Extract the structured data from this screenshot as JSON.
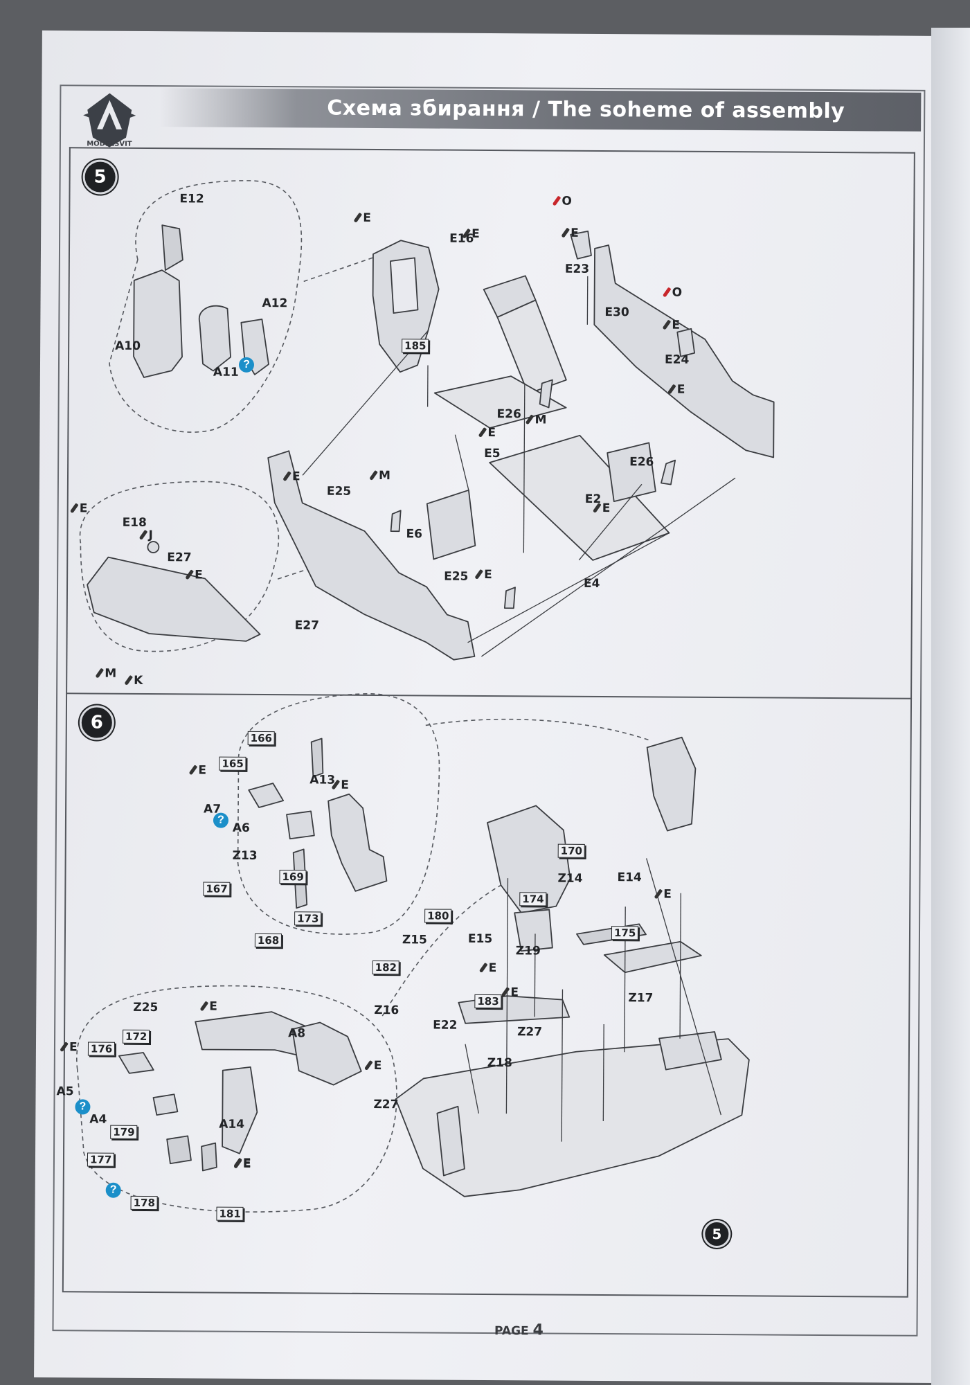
{
  "header": {
    "title": "Схема збирання / The soheme of assembly",
    "logo_text": "MODELSVIT"
  },
  "step5": {
    "number": "5",
    "parts": {
      "e12": "E12",
      "a12": "A12",
      "a10": "A10",
      "a11": "A11",
      "e16": "E16",
      "e23": "E23",
      "e30": "E30",
      "e24": "E24",
      "e26a": "E26",
      "e26b": "E26",
      "e5": "E5",
      "e2": "E2",
      "e4": "E4",
      "e6": "E6",
      "e25a": "E25",
      "e25b": "E25",
      "e27a": "E27",
      "e27b": "E27",
      "e18": "E18"
    },
    "pe_parts": {
      "p185": "185"
    },
    "paints": {
      "e1": "E",
      "e2": "E",
      "e3": "E",
      "e4": "E",
      "e5": "E",
      "e6": "E",
      "e7": "E",
      "e8": "E",
      "e9": "E",
      "e10": "E",
      "e11": "E",
      "o1": "O",
      "o2": "O",
      "m1": "M",
      "m2": "M",
      "m3": "M",
      "j": "J",
      "k": "K"
    }
  },
  "step6": {
    "number": "6",
    "parts": {
      "a13": "A13",
      "a7": "A7",
      "a6": "A6",
      "z13": "Z13",
      "z25": "Z25",
      "a8": "A8",
      "a5": "A5",
      "a4": "A4",
      "a14": "A14",
      "z14": "Z14",
      "e14": "E14",
      "z15": "Z15",
      "e15": "E15",
      "z19": "Z19",
      "z16": "Z16",
      "e22": "E22",
      "z27a": "Z27",
      "z27b": "Z27",
      "z18": "Z18",
      "z17": "Z17"
    },
    "pe_parts": {
      "p166": "166",
      "p165": "165",
      "p167": "167",
      "p169": "169",
      "p173": "173",
      "p168": "168",
      "p172": "172",
      "p176": "176",
      "p179": "179",
      "p177": "177",
      "p178": "178",
      "p181": "181",
      "p170": "170",
      "p174": "174",
      "p175": "175",
      "p180": "180",
      "p182": "182",
      "p183": "183"
    },
    "paints": {
      "e1": "E",
      "e2": "E",
      "e3": "E",
      "e4": "E",
      "e5": "E",
      "e6": "E",
      "e7": "E",
      "e8": "E",
      "e9": "E",
      "e10": "E"
    },
    "ref_badge": "5"
  },
  "footer": {
    "page_label": "PAGE",
    "page_number": "4"
  },
  "colors": {
    "ink": "#222427",
    "info_blue": "#1b8fc9",
    "paint_red": "#c8262b"
  }
}
